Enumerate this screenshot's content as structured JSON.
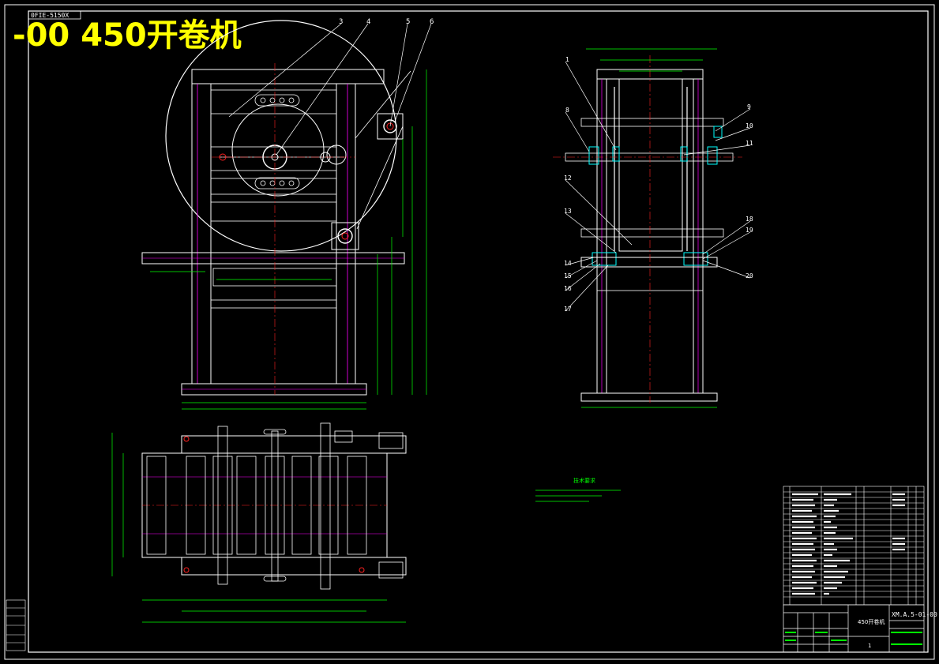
{
  "title": "-00 450开卷机",
  "top_left_box": "0FIE-5150X",
  "colors": {
    "white": "#ffffff",
    "magenta": "#ff00ff",
    "green": "#00ff00",
    "red": "#ff2020",
    "cyan": "#00ffff",
    "yellow": "#ffff00"
  },
  "callouts_front": [
    "3",
    "4",
    "5",
    "6"
  ],
  "callouts_side": [
    "1",
    "8",
    "9",
    "10",
    "11",
    "12",
    "13",
    "14",
    "15",
    "16",
    "17",
    "18",
    "19",
    "20"
  ],
  "tech_req_title": "技术要求",
  "title_block": {
    "drawing_no": "XM.A.5-01-00",
    "part_name": "450开卷机",
    "scale": "1"
  }
}
